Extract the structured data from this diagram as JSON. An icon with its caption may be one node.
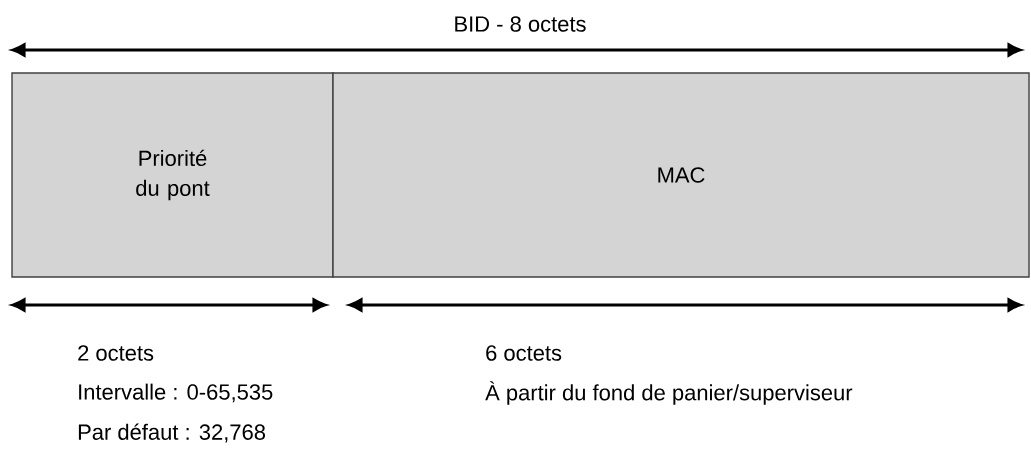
{
  "diagram": {
    "nodes": [
      {
        "text": [
          "Priorité du pont"
        ]
      },
      {
        "text": [
          "MAC"
        ]
      }
    ],
    "labels": [
      "BID - 8 octets",
      "2 octets",
      "Intervalle : 0-65,535",
      "Par défaut : 32,768",
      "6 octets",
      "À partir du fond de panier/superviseur"
    ]
  }
}
